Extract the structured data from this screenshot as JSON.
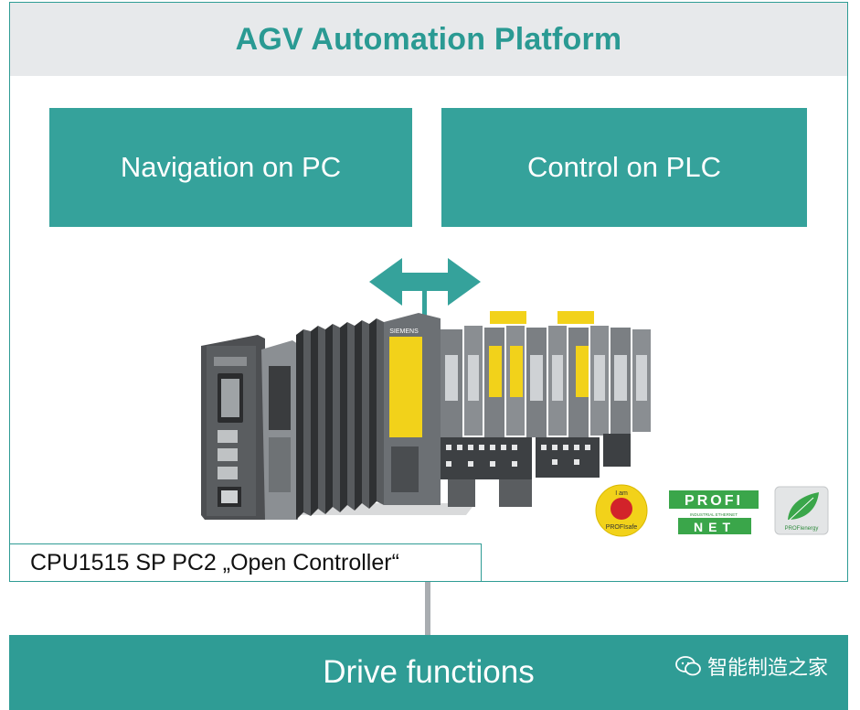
{
  "title": "AGV Automation Platform",
  "boxes": {
    "navigation": "Navigation on PC",
    "control": "Control on PLC"
  },
  "caption": "CPU1515 SP PC2 „Open Controller“",
  "drive": "Drive functions",
  "badges": {
    "profisafe_small": "I am",
    "profisafe": "PROFIsafe",
    "profinet_top": "PROFI",
    "profinet_bottom": "NET",
    "profinet_sub": "INDUSTRIAL ETHERNET",
    "profienergy": "PROFIenergy"
  },
  "hardware": {
    "brand": "SIEMENS"
  },
  "watermark": "智能制造之家",
  "colors": {
    "teal": "#35a29b",
    "title_text": "#2a9a93",
    "title_bg": "#e7e9eb",
    "profinet_green": "#3aa64a",
    "safety_yellow": "#f2d21a"
  }
}
